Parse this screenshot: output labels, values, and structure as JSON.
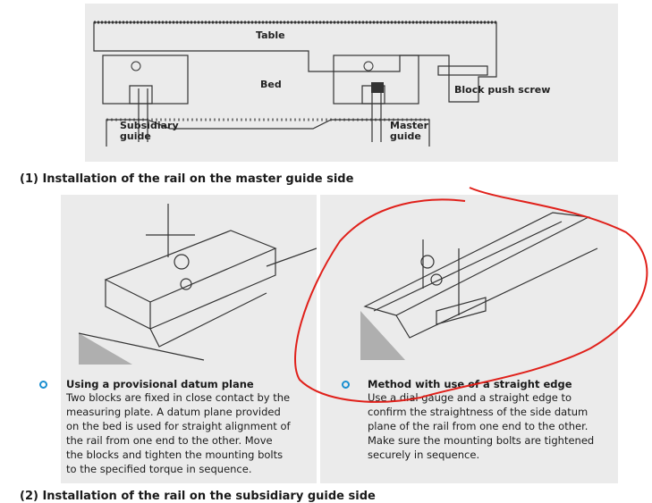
{
  "top_figure": {
    "labels": {
      "table": "Table",
      "bed": "Bed",
      "block_push_screw": "Block push screw",
      "subsidiary_guide": "Subsidiary guide",
      "master_guide": "Master guide"
    }
  },
  "section1": {
    "heading": "(1) Installation of the rail on the master guide side"
  },
  "methods": [
    {
      "title": "Using a provisional datum plane",
      "body": "Two blocks are fixed in close contact by the measuring plate. A datum plane provided on the bed is used for straight alignment of the rail from one end to the other. Move the blocks and tighten the mounting bolts to the specified torque in sequence."
    },
    {
      "title": "Method with use of a straight edge",
      "body": "Use a dial gauge and a straight edge to confirm the straightness of the side datum plane of the rail from one end to the other. Make sure the mounting bolts are tightened securely in sequence."
    }
  ],
  "section2": {
    "heading": "(2) Installation of the rail on the subsidiary guide side"
  },
  "annotation_color": "#e0201a",
  "bullet_color": "#1a8fd0"
}
